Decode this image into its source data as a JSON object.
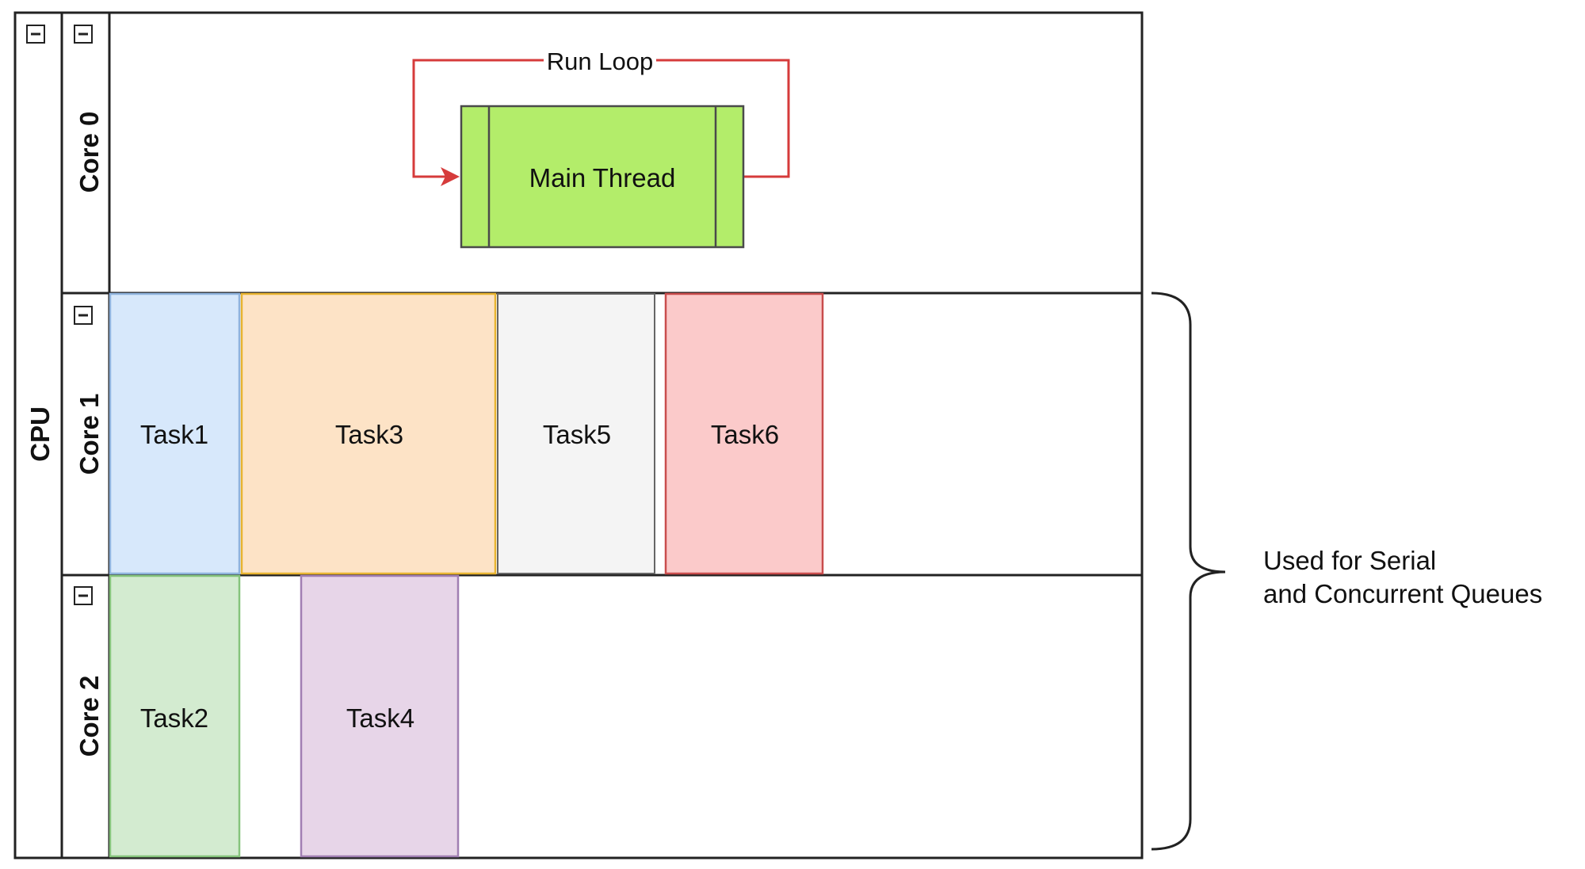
{
  "pool": {
    "title": "CPU"
  },
  "lanes": [
    {
      "id": "core0",
      "title": "Core 0"
    },
    {
      "id": "core1",
      "title": "Core 1"
    },
    {
      "id": "core2",
      "title": "Core 2"
    }
  ],
  "main_thread": {
    "label": "Main Thread",
    "loop_label": "Run Loop",
    "color": "#b3ed6a",
    "border": "#4a4a4a"
  },
  "tasks": [
    {
      "label": "Task1",
      "lane": "core1",
      "fill": "#d7e8fb",
      "border": "#8fb3dd"
    },
    {
      "label": "Task3",
      "lane": "core1",
      "fill": "#fde3c6",
      "border": "#e8b430"
    },
    {
      "label": "Task5",
      "lane": "core1",
      "fill": "#f4f4f4",
      "border": "#666666"
    },
    {
      "label": "Task6",
      "lane": "core1",
      "fill": "#fbcaca",
      "border": "#c94d4d"
    },
    {
      "label": "Task2",
      "lane": "core2",
      "fill": "#d3ebd0",
      "border": "#86c47c"
    },
    {
      "label": "Task4",
      "lane": "core2",
      "fill": "#e7d5e8",
      "border": "#a17fb3"
    }
  ],
  "annotation": {
    "lines": [
      "Used for Serial",
      "and Concurrent Queues"
    ]
  },
  "colors": {
    "loop_arrow": "#d63b3b",
    "frame": "#222222"
  },
  "icons": {
    "collapse": "minus-square-icon"
  }
}
